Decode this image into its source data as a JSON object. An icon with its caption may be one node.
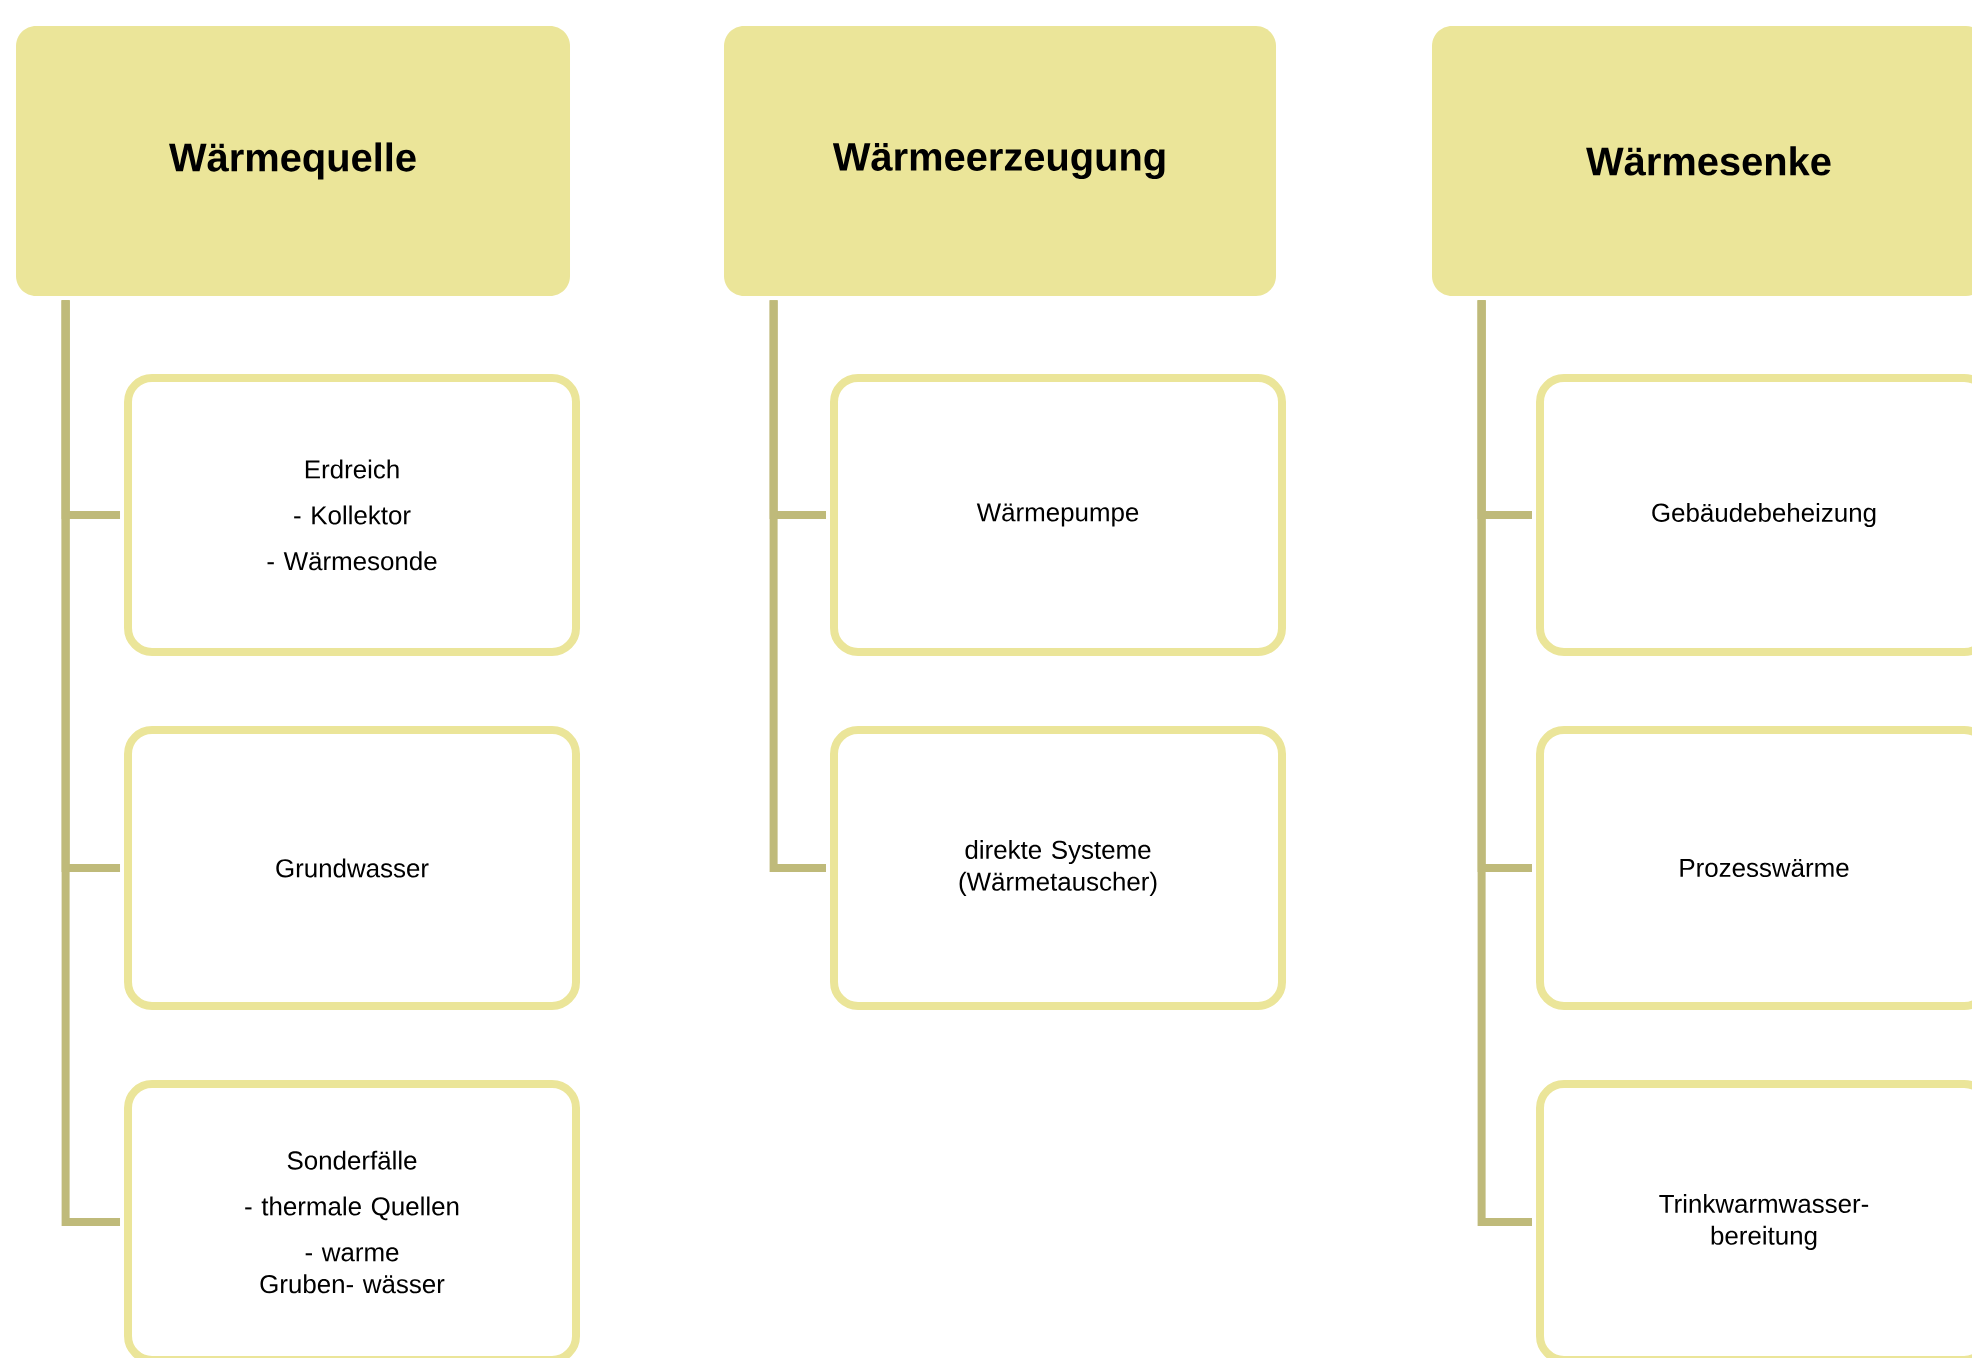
{
  "diagram": {
    "nodes": [
      {
        "text": [
          "Wärmequelle"
        ]
      },
      {
        "text": [
          "Erdreich",
          "- Kollektor",
          "- Wärmesonde"
        ]
      },
      {
        "text": [
          "Grundwasser"
        ]
      },
      {
        "text": [
          "Sonderfälle",
          "- thermale Quellen",
          "- warme Gruben- wässer"
        ]
      },
      {
        "text": [
          "Wärmeerzeugung"
        ]
      },
      {
        "text": [
          "Wärmepumpe"
        ]
      },
      {
        "text": [
          "direkte Systeme (Wärmetauscher)"
        ]
      },
      {
        "text": [
          "Wärmesenke"
        ]
      },
      {
        "text": [
          "Gebäudebeheizung"
        ]
      },
      {
        "text": [
          "Prozesswärme"
        ]
      },
      {
        "text": [
          "Trinkwarmwasser- bereitung"
        ]
      }
    ],
    "edges": [
      {
        "from": 0,
        "to": 1,
        "arrow": "none"
      },
      {
        "from": 0,
        "to": 2,
        "arrow": "none"
      },
      {
        "from": 0,
        "to": 3,
        "arrow": "none"
      },
      {
        "from": 4,
        "to": 5,
        "arrow": "none"
      },
      {
        "from": 4,
        "to": 6,
        "arrow": "none"
      },
      {
        "from": 7,
        "to": 8,
        "arrow": "none"
      },
      {
        "from": 7,
        "to": 9,
        "arrow": "none"
      },
      {
        "from": 7,
        "to": 10,
        "arrow": "none"
      }
    ]
  }
}
